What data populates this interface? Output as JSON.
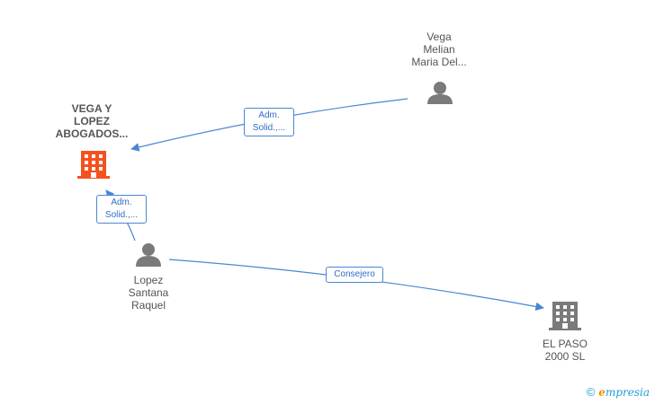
{
  "nodes": {
    "vega_melian": {
      "label_lines": [
        "Vega",
        "Melian",
        "Maria Del..."
      ],
      "icon": "person-icon"
    },
    "vega_lopez": {
      "label_lines": [
        "VEGA Y",
        "LOPEZ",
        "ABOGADOS..."
      ],
      "icon": "building-icon",
      "color": "#f4511e"
    },
    "lopez_santana": {
      "label_lines": [
        "Lopez",
        "Santana",
        "Raquel"
      ],
      "icon": "person-icon"
    },
    "el_paso": {
      "label_lines": [
        "EL PASO",
        "2000 SL"
      ],
      "icon": "building-icon",
      "color": "#7a7a7a"
    }
  },
  "edges": {
    "e1": {
      "label_lines": [
        "Adm.",
        "Solid.,..."
      ]
    },
    "e2": {
      "label_lines": [
        "Adm.",
        "Solid.,..."
      ]
    },
    "e3": {
      "label_lines": [
        "Consejero"
      ]
    }
  },
  "colors": {
    "edge": "#4a86d4",
    "person": "#7a7a7a"
  },
  "footer": {
    "copyright_symbol": "©",
    "brand_initial": "e",
    "brand_rest": "mpresia"
  }
}
